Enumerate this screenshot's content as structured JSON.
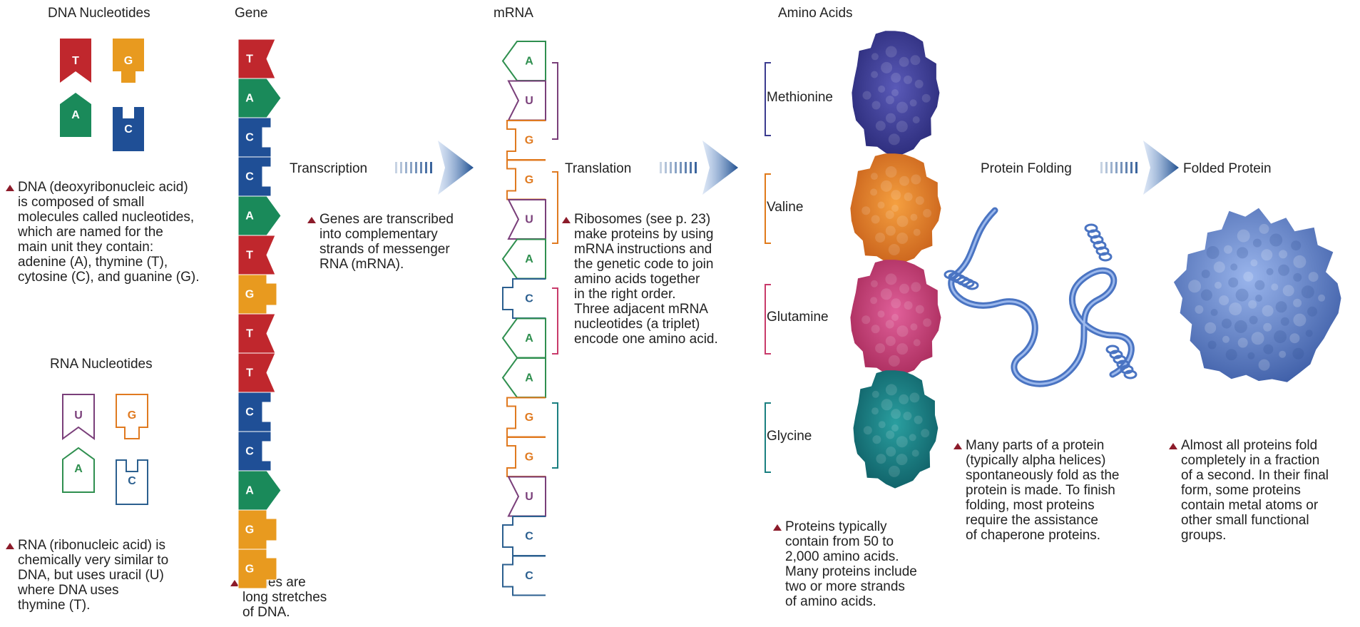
{
  "titles": {
    "dna_nucleotides": "DNA Nucleotides",
    "gene": "Gene",
    "mrna": "mRNA",
    "amino_acids": "Amino Acids",
    "rna_nucleotides": "RNA Nucleotides",
    "folded_protein": "Folded Protein"
  },
  "steps": {
    "transcription": "Transcription",
    "translation": "Translation",
    "protein_folding": "Protein Folding"
  },
  "dna_nucleotide_letters": [
    "T",
    "G",
    "A",
    "C"
  ],
  "rna_nucleotide_letters": [
    "U",
    "G",
    "A",
    "C"
  ],
  "gene_sequence": [
    "T",
    "A",
    "C",
    "C",
    "A",
    "T",
    "G",
    "T",
    "T",
    "C",
    "C",
    "A",
    "G",
    "G"
  ],
  "mrna_sequence": [
    "A",
    "U",
    "G",
    "G",
    "U",
    "A",
    "C",
    "A",
    "A",
    "G",
    "G",
    "U",
    "C",
    "C"
  ],
  "amino_acids": [
    "Methionine",
    "Valine",
    "Glutamine",
    "Glycine"
  ],
  "paragraphs": {
    "dna": "DNA (deoxyribonucleic acid)\nis composed of small\nmolecules called nucleotides,\nwhich are named for the\nmain unit they contain:\nadenine (A), thymine (T),\ncytosine (C), and guanine (G).",
    "rna": "RNA (ribonucleic acid) is\nchemically very similar to\nDNA, but uses uracil (U)\nwhere DNA uses\nthymine (T).",
    "genes": "Genes are\nlong stretches\nof DNA.",
    "transcription": "Genes are transcribed\ninto complementary\nstrands of messenger\nRNA (mRNA).",
    "translation": "Ribosomes (see p. 23)\nmake proteins by using\nmRNA instructions and\nthe genetic code to join\namino acids together\nin the right order.\nThree adjacent mRNA\nnucleotides (a triplet)\nencode one amino acid.",
    "amino": "Proteins typically\ncontain from 50 to\n2,000 amino acids.\nMany proteins include\ntwo or more strands\nof amino acids.",
    "folding": "Many parts of a protein\n(typically alpha helices)\nspontaneously fold as the\nprotein is made. To finish\nfolding, most proteins\nrequire the assistance\nof chaperone proteins.",
    "folded": "Almost all proteins fold\ncompletely in a fraction\nof a second. In their final\nform, some proteins\ncontain metal atoms or\nother small functional\ngroups."
  },
  "colors": {
    "T": "#c0272d",
    "G": "#e89a1f",
    "A": "#1a8a5a",
    "C": "#1f4f96",
    "U": "#7a3f7a",
    "rna_A": "#2f8f4f",
    "rna_G": "#e07a20",
    "rna_C": "#2b5f8f",
    "rna_U": "#7a3f7a",
    "methionine": "#3b3b8f",
    "valine": "#e07a1a",
    "glutamine": "#c83a6a",
    "glycine": "#1a7f80",
    "protein": "#5b7fc4",
    "arrow": "#1f4f8f",
    "bullet": "#8c1b2a"
  }
}
